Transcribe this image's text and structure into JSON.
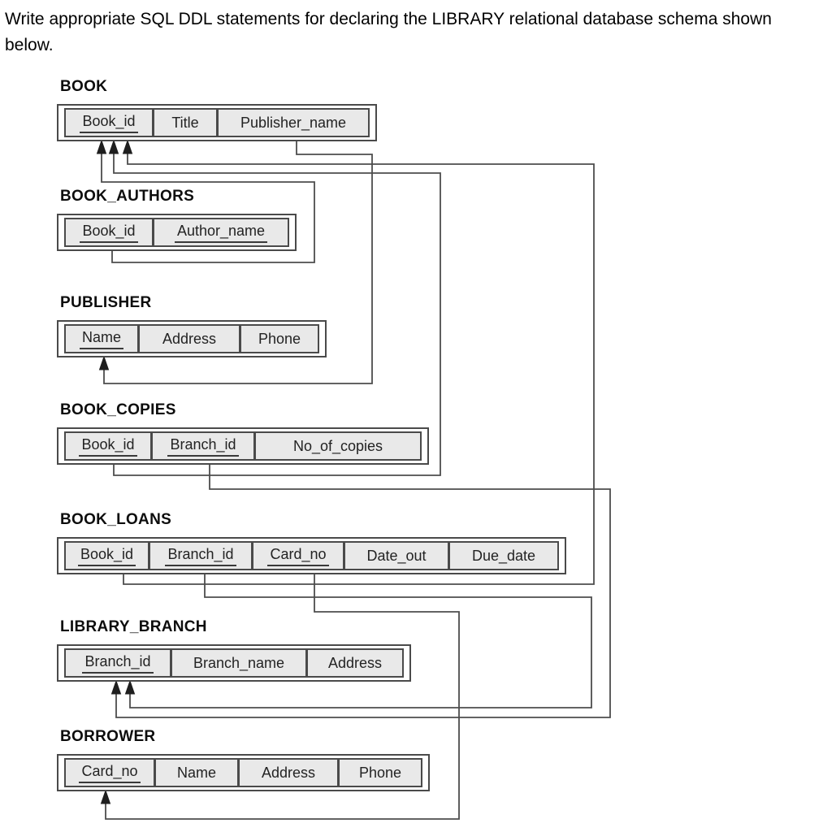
{
  "instruction": {
    "line1": "Write appropriate SQL DDL statements for declaring the LIBRARY relational database schema shown",
    "line2": "below."
  },
  "diagram": {
    "tables": [
      {
        "name": "BOOK",
        "columns": [
          {
            "label": "Book_id",
            "pk": true
          },
          {
            "label": "Title",
            "pk": false
          },
          {
            "label": "Publisher_name",
            "pk": false
          }
        ]
      },
      {
        "name": "BOOK_AUTHORS",
        "columns": [
          {
            "label": "Book_id",
            "pk": true
          },
          {
            "label": "Author_name",
            "pk": true
          }
        ]
      },
      {
        "name": "PUBLISHER",
        "columns": [
          {
            "label": "Name",
            "pk": true
          },
          {
            "label": "Address",
            "pk": false
          },
          {
            "label": "Phone",
            "pk": false
          }
        ]
      },
      {
        "name": "BOOK_COPIES",
        "columns": [
          {
            "label": "Book_id",
            "pk": true
          },
          {
            "label": "Branch_id",
            "pk": true
          },
          {
            "label": "No_of_copies",
            "pk": false
          }
        ]
      },
      {
        "name": "BOOK_LOANS",
        "columns": [
          {
            "label": "Book_id",
            "pk": true
          },
          {
            "label": "Branch_id",
            "pk": true
          },
          {
            "label": "Card_no",
            "pk": true
          },
          {
            "label": "Date_out",
            "pk": false
          },
          {
            "label": "Due_date",
            "pk": false
          }
        ]
      },
      {
        "name": "LIBRARY_BRANCH",
        "columns": [
          {
            "label": "Branch_id",
            "pk": true
          },
          {
            "label": "Branch_name",
            "pk": false
          },
          {
            "label": "Address",
            "pk": false
          }
        ]
      },
      {
        "name": "BORROWER",
        "columns": [
          {
            "label": "Card_no",
            "pk": true
          },
          {
            "label": "Name",
            "pk": false
          },
          {
            "label": "Address",
            "pk": false
          },
          {
            "label": "Phone",
            "pk": false
          }
        ]
      }
    ],
    "relationships": [
      {
        "from": "BOOK_AUTHORS.Book_id",
        "to": "BOOK.Book_id"
      },
      {
        "from": "BOOK_COPIES.Book_id",
        "to": "BOOK.Book_id"
      },
      {
        "from": "BOOK_LOANS.Book_id",
        "to": "BOOK.Book_id"
      },
      {
        "from": "BOOK.Publisher_name",
        "to": "PUBLISHER.Name"
      },
      {
        "from": "BOOK_COPIES.Branch_id",
        "to": "LIBRARY_BRANCH.Branch_id"
      },
      {
        "from": "BOOK_LOANS.Branch_id",
        "to": "LIBRARY_BRANCH.Branch_id"
      },
      {
        "from": "BOOK_LOANS.Card_no",
        "to": "BORROWER.Card_no"
      }
    ],
    "colors": {
      "cell_background": "#e9e9e9",
      "table_border": "#4a4a4a",
      "connector_line": "#4d4d4d",
      "arrowhead": "#1f1f1f",
      "text": "#232323"
    }
  }
}
